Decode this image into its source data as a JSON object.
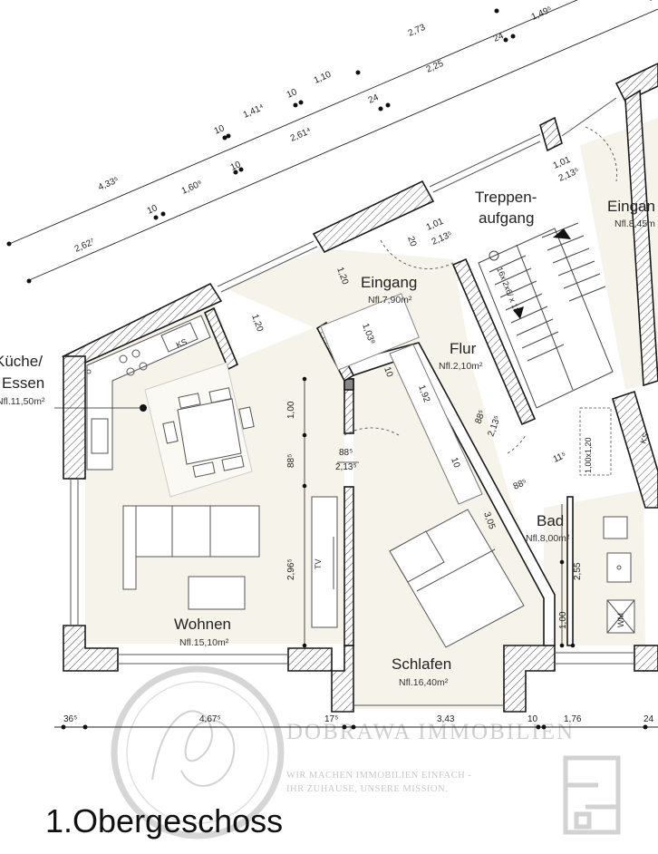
{
  "rooms": {
    "kueche_name_1": "Küche/",
    "kueche_name_2": "Essen",
    "kueche_area": "Nfl.11,50m²",
    "eingang_name": "Eingang",
    "eingang_area": "Nfl.7,90m²",
    "treppe_name_1": "Treppen-",
    "treppe_name_2": "aufgang",
    "eingang2_name": "Eingan",
    "eingang2_area": "Nfl.8,45m",
    "flur_name": "Flur",
    "flur_area": "Nfl.2,10m²",
    "wohnen_name": "Wohnen",
    "wohnen_area": "Nfl.15,10m²",
    "schlafen_name": "Schlafen",
    "schlafen_area": "Nfl.16,40m²",
    "bad_name": "Bad",
    "bad_area": "Nfl.8,00m²"
  },
  "labels": {
    "ks": "KS",
    "ks2": "KS",
    "tv": "TV",
    "wm": "WM"
  },
  "dimensions": {
    "d_273": "2,73",
    "d_149": "1,49⁵",
    "d_24a": "24",
    "d_225": "2,25",
    "d_10a": "10",
    "d_110": "1,10",
    "d_1414": "1,41⁴",
    "d_10b": "10",
    "d_24b": "24",
    "d_2614": "2,61⁴",
    "d_10c": "10",
    "d_4335": "4,33⁵",
    "d_10d": "10",
    "d_1609": "1,60⁹",
    "d_10e": "10",
    "d_2627": "2,62⁷",
    "d_101_top": "1,01",
    "d_2135_top": "2,13⁵",
    "d_20": "20",
    "d_101_mid": "1,01",
    "d_2135_mid": "2,13⁵",
    "d_120a": "1,20",
    "d_120b": "1,20",
    "d_1038": "1,03⁸",
    "d_10f": "10",
    "d_192": "1,92",
    "d_885_door": "88⁵",
    "d_2135_door": "2,13⁵",
    "d_885_flur": "88⁵",
    "d_2135_flur": "2,13⁵",
    "d_100_left": "1,00",
    "d_885_left": "88⁵",
    "d_2965": "2,96⁵",
    "d_110_small": "10",
    "d_305": "3,05",
    "d_885_bad": "88⁵",
    "d_115": "11⁵",
    "d_100x120": "1,00x1,20",
    "d_255": "2,55",
    "d_100_bad": "1,00",
    "stairs_label": "16x 2x6/ x 18"
  },
  "bottom_dims": {
    "b_365": "36⁵",
    "b_4675": "4,67⁵",
    "b_175": "17⁵",
    "b_343": "3,43",
    "b_10": "10",
    "b_176": "1,76",
    "b_24": "24"
  },
  "floor_title": "1.Obergeschoss",
  "watermark": {
    "company": "DOBRAWA IMMOBILIEN",
    "slogan_1": "WIR MACHEN IMMOBILIEN EINFACH -",
    "slogan_2": "IHR ZUHAUSE, UNSERE MISSION."
  },
  "colors": {
    "floor_fill": "#f6f3ea",
    "wall": "#1a1a1a",
    "watermark": "#cccccc"
  }
}
